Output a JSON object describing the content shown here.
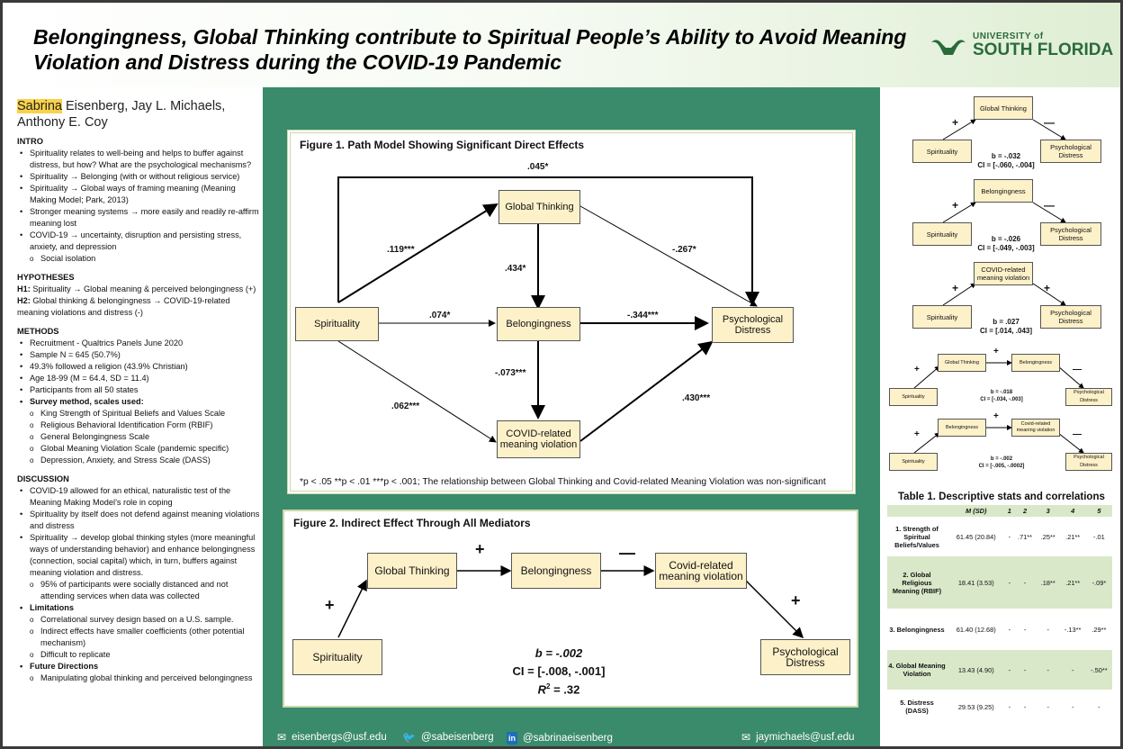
{
  "title": "Belongingness, Global Thinking contribute to Spiritual People’s Ability to Avoid Meaning Violation and Distress during the COVID-19 Pandemic",
  "logo": {
    "university": "UNIVERSITY of",
    "name": "SOUTH FLORIDA"
  },
  "authors": {
    "highlight": "Sabrina",
    "rest": " Eisenberg, Jay L. Michaels,",
    "line2": "Anthony E. Coy"
  },
  "intro": {
    "heading": "INTRO",
    "items": [
      {
        "text": "Spirituality relates to well-being and helps to buffer against distress, but how? What are the psychological mechanisms?",
        "sub": false
      },
      {
        "text": "Spirituality → Belonging (with or without religious service)",
        "sub": false
      },
      {
        "text": "Spirituality → Global ways of framing meaning (Meaning Making Model; Park, 2013)",
        "sub": false
      },
      {
        "text": "Stronger meaning systems → more easily and readily re-affirm meaning lost",
        "sub": false
      },
      {
        "text": "COVID-19 → uncertainty, disruption and persisting stress, anxiety, and depression",
        "sub": false
      },
      {
        "text": "Social isolation",
        "sub": true
      }
    ]
  },
  "hypotheses": {
    "heading": "HYPOTHESES",
    "h1_label": "H1:",
    "h1": " Spirituality  → Global meaning & perceived belongingness (+)",
    "h2_label": "H2:",
    "h2": " Global thinking & belongingness → COVID-19-related meaning violations and distress (-)"
  },
  "methods": {
    "heading": "METHODS",
    "items": [
      {
        "text": "Recruitment - Qualtrics Panels June 2020",
        "sub": false,
        "bold": false
      },
      {
        "text": "Sample N = 645 (50.7%)",
        "sub": false,
        "bold": false
      },
      {
        "text": "49.3% followed a religion (43.9% Christian)",
        "sub": false,
        "bold": false
      },
      {
        "text": "Age 18-99 (M  = 64.4, SD = 11.4)",
        "sub": false,
        "bold": false
      },
      {
        "text": "Participants from all 50 states",
        "sub": false,
        "bold": false
      },
      {
        "text": "Survey method, scales used:",
        "sub": false,
        "bold": true
      },
      {
        "text": "King Strength of Spiritual Beliefs and Values Scale",
        "sub": true,
        "bold": false
      },
      {
        "text": "Religious Behavioral Identification Form (RBIF)",
        "sub": true,
        "bold": false
      },
      {
        "text": "General Belongingness Scale",
        "sub": true,
        "bold": false
      },
      {
        "text": "Global Meaning Violation Scale (pandemic specific)",
        "sub": true,
        "bold": false
      },
      {
        "text": "Depression, Anxiety, and Stress Scale (DASS)",
        "sub": true,
        "bold": false
      }
    ]
  },
  "discussion": {
    "heading": "DISCUSSION",
    "items": [
      {
        "text": "COVID-19 allowed for an ethical, naturalistic test of the Meaning Making Model’s role in coping",
        "sub": false,
        "bold": false
      },
      {
        "text": "Spirituality by itself does not defend against meaning violations and distress",
        "sub": false,
        "bold": false
      },
      {
        "text": "Spirituality → develop global thinking styles (more meaningful ways of understanding behavior) and enhance belongingness (connection, social capital) which, in turn, buffers against meaning violation and distress.",
        "sub": false,
        "bold": false
      },
      {
        "text": "95% of participants were socially distanced and not attending services when data was collected",
        "sub": true,
        "bold": false
      },
      {
        "text": "Limitations",
        "sub": false,
        "bold": true
      },
      {
        "text": "Correlational survey design based on a U.S. sample.",
        "sub": true,
        "bold": false
      },
      {
        "text": "Indirect effects have smaller coefficients (other potential mechanism)",
        "sub": true,
        "bold": false
      },
      {
        "text": "Difficult to replicate",
        "sub": true,
        "bold": false
      },
      {
        "text": "Future Directions",
        "sub": false,
        "bold": true
      },
      {
        "text": "Manipulating global thinking and perceived belongingness",
        "sub": true,
        "bold": false
      }
    ]
  },
  "fig1": {
    "title": "Figure 1. Path Model Showing Significant Direct Effects",
    "nodes": {
      "gt": "Global Thinking",
      "sp": "Spirituality",
      "bel": "Belongingness",
      "pd": "Psychological Distress",
      "cov": "COVID-related meaning violation"
    },
    "coefs": {
      "top": ".045*",
      "sp_gt": ".119***",
      "gt_bel": ".434*",
      "gt_pd": "-.267*",
      "sp_bel": ".074*",
      "bel_pd": "-.344***",
      "bel_cov": "-.073***",
      "sp_cov": ".062***",
      "cov_pd": ".430***"
    },
    "note": "*p < .05  **p < .01 ***p < .001; The relationship between Global Thinking and Covid-related Meaning Violation was non-significant"
  },
  "fig2": {
    "title": "Figure 2. Indirect Effect Through All Mediators",
    "nodes": {
      "gt": "Global Thinking",
      "bel": "Belongingness",
      "cov": "Covid-related meaning violation",
      "sp": "Spirituality",
      "pd": "Psychological Distress"
    },
    "signs": {
      "sp_gt": "+",
      "gt_bel": "+",
      "bel_cov": "—",
      "cov_pd": "+"
    },
    "b": "b = -.002",
    "ci": "CI = [-.008, -.001]",
    "r2_prefix": "R",
    "r2_sup": "2",
    "r2_value": " = .32"
  },
  "footer": {
    "email1": "eisenbergs@usf.edu",
    "twitter": "@sabeisenberg",
    "linkedin": "@sabrinaeisenberg",
    "email2": "jaymichaels@usf.edu"
  },
  "mediation_models": [
    {
      "mediator": "Global Thinking",
      "sign1": "+",
      "sign2": "—",
      "x": "Spirituality",
      "y": "Psychological Distress",
      "b": "b = -.032",
      "ci": "CI = [-.060, -.004]"
    },
    {
      "mediator": "Belongingness",
      "sign1": "+",
      "sign2": "—",
      "x": "Spirituality",
      "y": "Psychological Distress",
      "b": "b = -.026",
      "ci": "CI = [-.049, -.003]"
    },
    {
      "mediator": "COVID-related meaning violation",
      "sign1": "+",
      "sign2": "+",
      "x": "Spirituality",
      "y": "Psychological Distress",
      "b": "b = .027",
      "ci": "CI = [.014, .043]"
    },
    {
      "m1": "Global Thinking",
      "m2": "Belongingness",
      "sign1": "+",
      "sign_mid": "+",
      "sign2": "—",
      "x": "Spirituality",
      "y": "Psychological Distress",
      "b": "b = -.018",
      "ci": "CI = [-.034, -.003]"
    },
    {
      "m1": "Belongingness",
      "m2": "Covid-related meaning violation",
      "sign1": "+",
      "sign_mid": "+",
      "sign2": "—",
      "x": "Spirituality",
      "y": "Psychological Distress",
      "b": "b = -.002",
      "ci": "CI = [-.005, -.0002]"
    }
  ],
  "table": {
    "title": "Table 1. Descriptive stats and correlations",
    "headers": [
      "",
      "M (SD)",
      "1",
      "2",
      "3",
      "4",
      "5"
    ],
    "rows": [
      {
        "label": "1. Strength of Spiritual Beliefs/Values",
        "msd": "61.45 (20.84)",
        "c": [
          "-",
          ".71**",
          ".25**",
          ".21**",
          "-.01"
        ]
      },
      {
        "label": "2. Global Religious Meaning (RBIF)",
        "msd": "18.41 (3.53)",
        "c": [
          "-",
          "-",
          ".18**",
          ".21**",
          "-.09*"
        ]
      },
      {
        "label": "3. Belongingness",
        "msd": "61.40 (12.68)",
        "c": [
          "-",
          "-",
          "-",
          "-.13**",
          ".29**"
        ]
      },
      {
        "label": "4. Global Meaning Violation",
        "msd": "13.43 (4.90)",
        "c": [
          "-",
          "-",
          "-",
          "-",
          "-.50**"
        ]
      },
      {
        "label": "5. Distress (DASS)",
        "msd": "29.53 (9.25)",
        "c": [
          "-",
          "-",
          "-",
          "-",
          "-"
        ]
      }
    ]
  }
}
